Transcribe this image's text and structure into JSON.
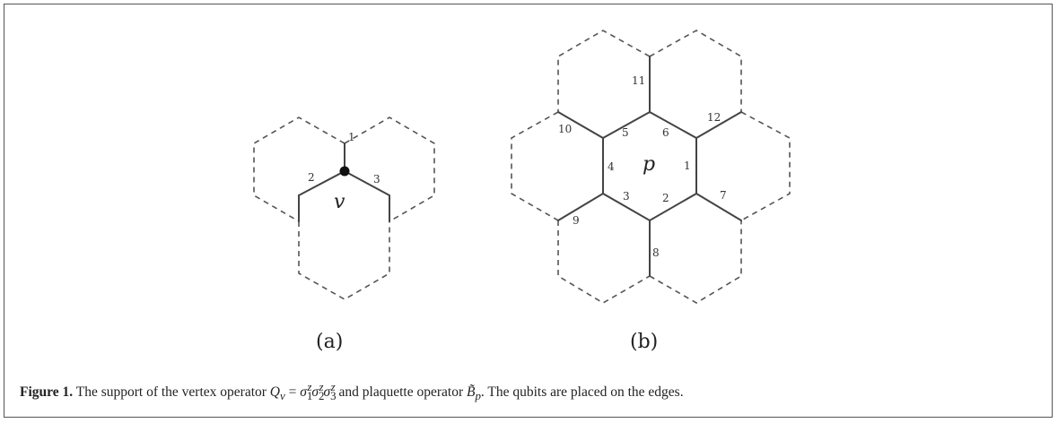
{
  "figure": {
    "panel_a": {
      "sublabel": "(a)",
      "vertex_label": "v",
      "edge_labels": [
        "1",
        "2",
        "3"
      ]
    },
    "panel_b": {
      "sublabel": "(b)",
      "plaquette_label": "p",
      "edge_labels": [
        "1",
        "2",
        "3",
        "4",
        "5",
        "6",
        "7",
        "8",
        "9",
        "10",
        "11",
        "12"
      ]
    },
    "caption": {
      "label": "Figure 1.",
      "text_1": "The support of the vertex operator",
      "vertex_op": "Q",
      "vertex_sub": "v",
      "eq": " = ",
      "text_2": "and plaquette operator",
      "plaquette_op": "B̃",
      "plaquette_sub": "p",
      "text_3": ". The qubits are placed on the edges."
    }
  }
}
